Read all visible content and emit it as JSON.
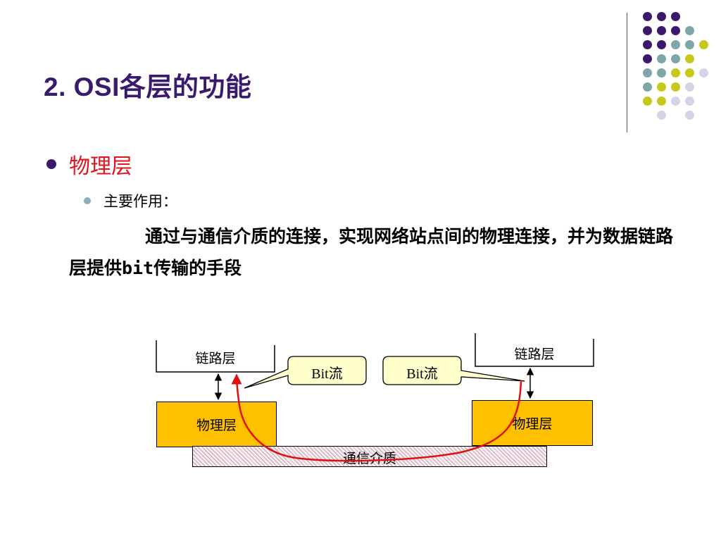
{
  "slide": {
    "title": "2. OSI各层的功能",
    "bullet1": "物理层",
    "bullet2": "主要作用：",
    "body": "通过与通信介质的连接，实现网络站点间的物理连接，并为数据链路层提供bit传输的手段"
  },
  "diagram": {
    "left_link_layer": "链路层",
    "right_link_layer": "链路层",
    "left_physical_layer": "物理层",
    "right_physical_layer": "物理层",
    "left_callout": "Bit流",
    "right_callout": "Bit流",
    "medium": "通信介质"
  },
  "colors": {
    "title": "#3b1a6e",
    "bullet1_text": "#e0151f",
    "physical_fill": "#ffc000",
    "signal_path": "#e01010",
    "callout_fill": "#ffffcc",
    "dot_purple": "#3b1a6e",
    "dot_teal": "#7fa6a8",
    "dot_olive": "#c8c81a",
    "dot_lavender": "#d4d4e6"
  },
  "icons": {
    "corner_decoration": "dot-grid-decoration",
    "bullet1_marker": "filled-circle-bullet",
    "bullet2_marker": "small-circle-bullet"
  }
}
